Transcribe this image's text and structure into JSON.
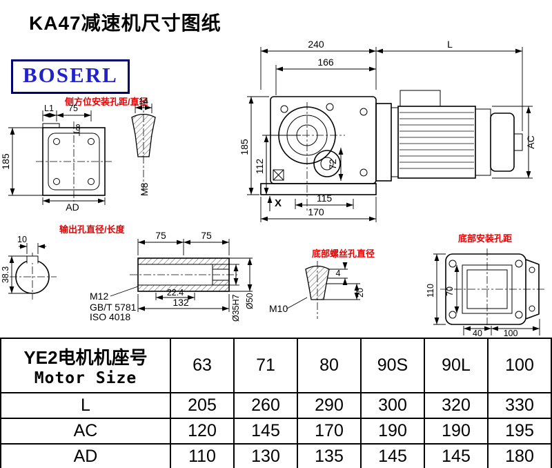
{
  "title": "KA47减速机尺寸图纸",
  "logo": "BOSERL",
  "annotations": {
    "side_mount": "侧方位安装孔距/直径",
    "output_hole": "输出孔直径/长度",
    "bottom_screw": "底部螺丝孔直径",
    "bottom_mount": "底部安装孔距"
  },
  "main_view": {
    "d240": "240",
    "dL": "L",
    "d166": "166",
    "d185": "185",
    "d112": "112",
    "d72": "72",
    "dAC": "AC",
    "dX": "X",
    "d115": "115",
    "d170": "170"
  },
  "side_view": {
    "dL1": "L1",
    "d75": "75",
    "d8": "8",
    "d185": "185",
    "dAD": "AD"
  },
  "m8_detail": {
    "d14": "14",
    "label": "M8"
  },
  "output_view": {
    "d10": "10",
    "d38": "38.3"
  },
  "section_view": {
    "d75a": "75",
    "d75b": "75",
    "d22": "22.4",
    "d132": "132",
    "m12": "M12",
    "gb": "GB/T 5781",
    "iso": "ISO 4018",
    "d35": "Ø35H7",
    "d50": "Ø50"
  },
  "m10_detail": {
    "d4": "4",
    "d20": "20",
    "label": "M10"
  },
  "bottom_view": {
    "d110": "110",
    "d70": "70",
    "d40": "40",
    "d100": "100"
  },
  "table": {
    "header_cn": "YE2电机机座号",
    "header_en": "Motor Size",
    "columns": [
      "63",
      "71",
      "80",
      "90S",
      "90L",
      "100"
    ],
    "rows": [
      {
        "label": "L",
        "values": [
          "205",
          "260",
          "290",
          "300",
          "320",
          "330"
        ]
      },
      {
        "label": "AC",
        "values": [
          "120",
          "145",
          "170",
          "190",
          "190",
          "195"
        ]
      },
      {
        "label": "AD",
        "values": [
          "110",
          "130",
          "135",
          "145",
          "145",
          "180"
        ]
      }
    ]
  }
}
